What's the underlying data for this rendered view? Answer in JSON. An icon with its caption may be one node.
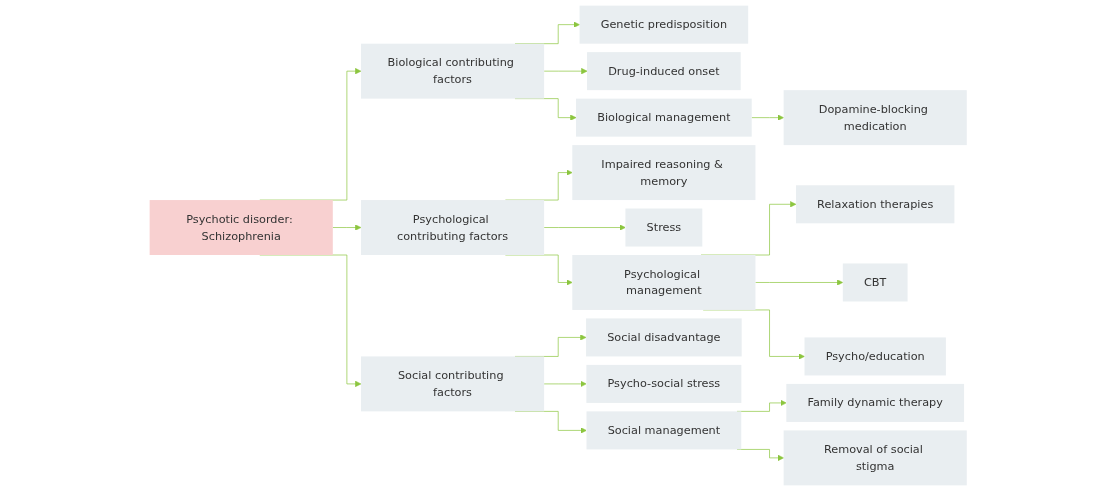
{
  "diagram": {
    "nodes": [
      {
        "text": [
          "Psychotic disorder: Schizophrenia"
        ]
      },
      {
        "text": [
          "Biological contributing factors"
        ]
      },
      {
        "text": [
          "Genetic predisposition"
        ]
      },
      {
        "text": [
          "Drug-induced onset"
        ]
      },
      {
        "text": [
          "Biological management"
        ]
      },
      {
        "text": [
          "Dopamine-blocking medication"
        ]
      },
      {
        "text": [
          "Psychological contributing factors"
        ]
      },
      {
        "text": [
          "Impaired reasoning & memory"
        ]
      },
      {
        "text": [
          "Stress"
        ]
      },
      {
        "text": [
          "Psychological management"
        ]
      },
      {
        "text": [
          "Relaxation therapies"
        ]
      },
      {
        "text": [
          "CBT"
        ]
      },
      {
        "text": [
          "Psycho/education"
        ]
      },
      {
        "text": [
          "Social contributing factors"
        ]
      },
      {
        "text": [
          "Social disadvantage"
        ]
      },
      {
        "text": [
          "Psycho-social stress"
        ]
      },
      {
        "text": [
          "Social management"
        ]
      },
      {
        "text": [
          "Family dynamic therapy"
        ]
      },
      {
        "text": [
          "Removal of social stigma"
        ]
      }
    ],
    "edges": [
      {
        "from": 0,
        "to": 1,
        "arrow": "to"
      },
      {
        "from": 0,
        "to": 6,
        "arrow": "to"
      },
      {
        "from": 0,
        "to": 13,
        "arrow": "to"
      },
      {
        "from": 1,
        "to": 2,
        "arrow": "to"
      },
      {
        "from": 1,
        "to": 3,
        "arrow": "to"
      },
      {
        "from": 1,
        "to": 4,
        "arrow": "to"
      },
      {
        "from": 4,
        "to": 5,
        "arrow": "to"
      },
      {
        "from": 6,
        "to": 7,
        "arrow": "to"
      },
      {
        "from": 6,
        "to": 8,
        "arrow": "to"
      },
      {
        "from": 6,
        "to": 9,
        "arrow": "to"
      },
      {
        "from": 9,
        "to": 10,
        "arrow": "to"
      },
      {
        "from": 9,
        "to": 11,
        "arrow": "to"
      },
      {
        "from": 9,
        "to": 12,
        "arrow": "to"
      },
      {
        "from": 13,
        "to": 14,
        "arrow": "to"
      },
      {
        "from": 13,
        "to": 15,
        "arrow": "to"
      },
      {
        "from": 13,
        "to": 16,
        "arrow": "to"
      },
      {
        "from": 16,
        "to": 17,
        "arrow": "to"
      },
      {
        "from": 16,
        "to": 18,
        "arrow": "to"
      }
    ]
  }
}
